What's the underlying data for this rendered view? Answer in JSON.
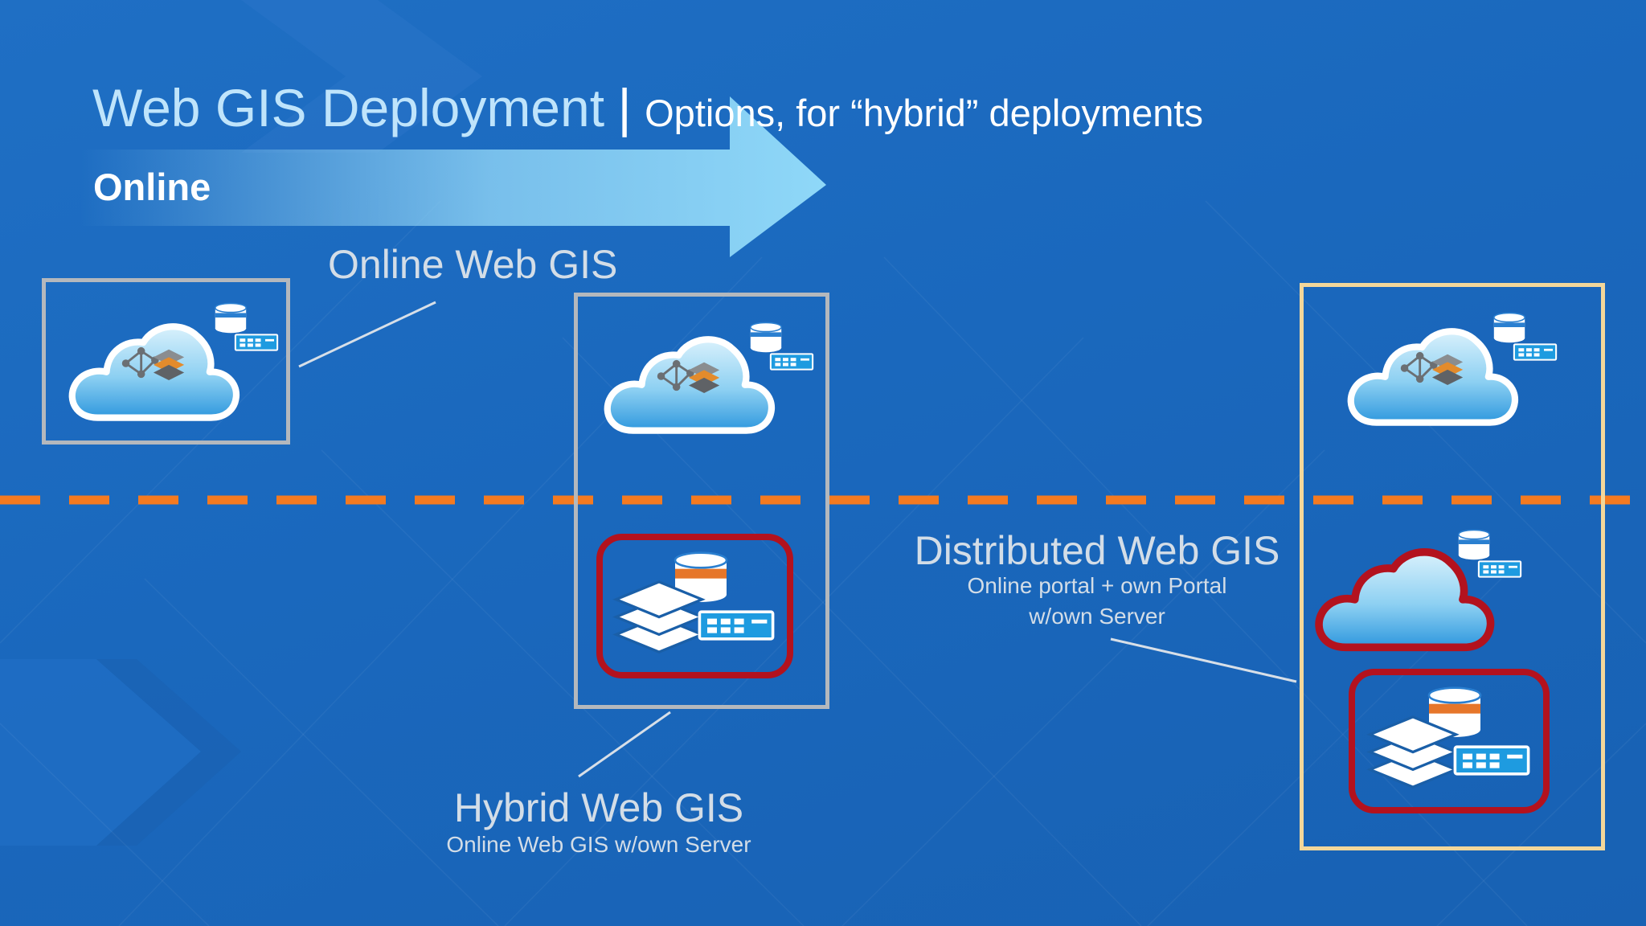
{
  "title": {
    "main": "Web GIS Deployment",
    "separator": "|",
    "subtitle": "Options, for “hybrid” deployments"
  },
  "arrow_label": "Online",
  "online_web_gis": {
    "label": "Online Web GIS"
  },
  "hybrid_web_gis": {
    "label": "Hybrid Web GIS",
    "sublabel": "Online Web GIS w/own Server"
  },
  "distributed_web_gis": {
    "label": "Distributed Web GIS",
    "sublabel_line1": "Online portal + own Portal",
    "sublabel_line2": "w/own Server"
  },
  "colors": {
    "background": "#1a68bd",
    "divider": "#f47a20",
    "box_gray": "#b4b8bd",
    "box_gold": "#f3d79a",
    "highlight_red": "#b3121e",
    "cloud": "#7fcaf0",
    "title_accent": "#bfe4fb"
  },
  "icons": [
    "cloud-icon",
    "database-icon",
    "server-icon",
    "layers-icon",
    "network-icon"
  ]
}
